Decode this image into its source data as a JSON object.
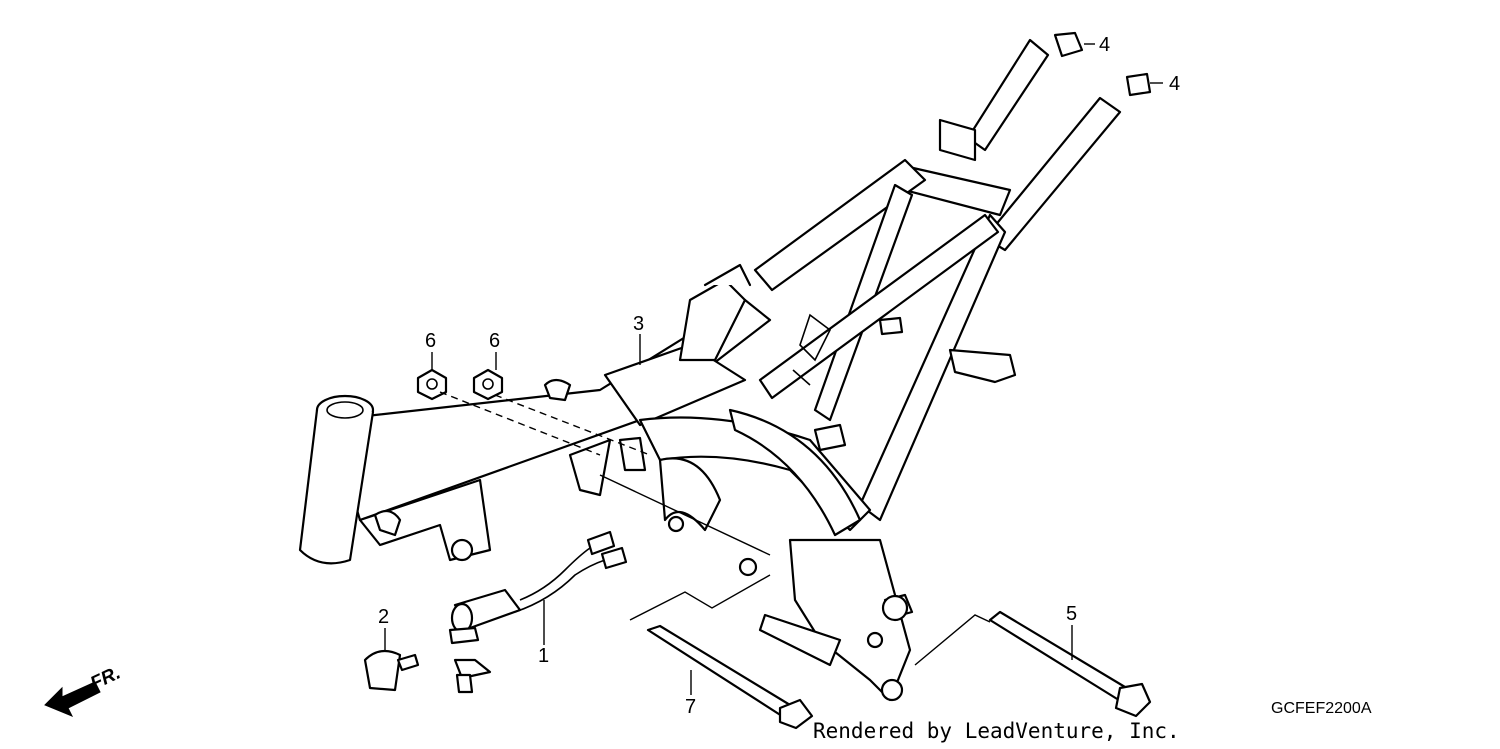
{
  "callouts": [
    {
      "id": "1",
      "label": "1"
    },
    {
      "id": "2",
      "label": "2"
    },
    {
      "id": "3",
      "label": "3"
    },
    {
      "id": "4a",
      "label": "4"
    },
    {
      "id": "4b",
      "label": "4"
    },
    {
      "id": "5",
      "label": "5"
    },
    {
      "id": "6a",
      "label": "6"
    },
    {
      "id": "6b",
      "label": "6"
    },
    {
      "id": "7",
      "label": "7"
    }
  ],
  "direction": {
    "label": "FR."
  },
  "diagram_code": "GCFEF2200A",
  "credit": "Rendered by LeadVenture, Inc."
}
